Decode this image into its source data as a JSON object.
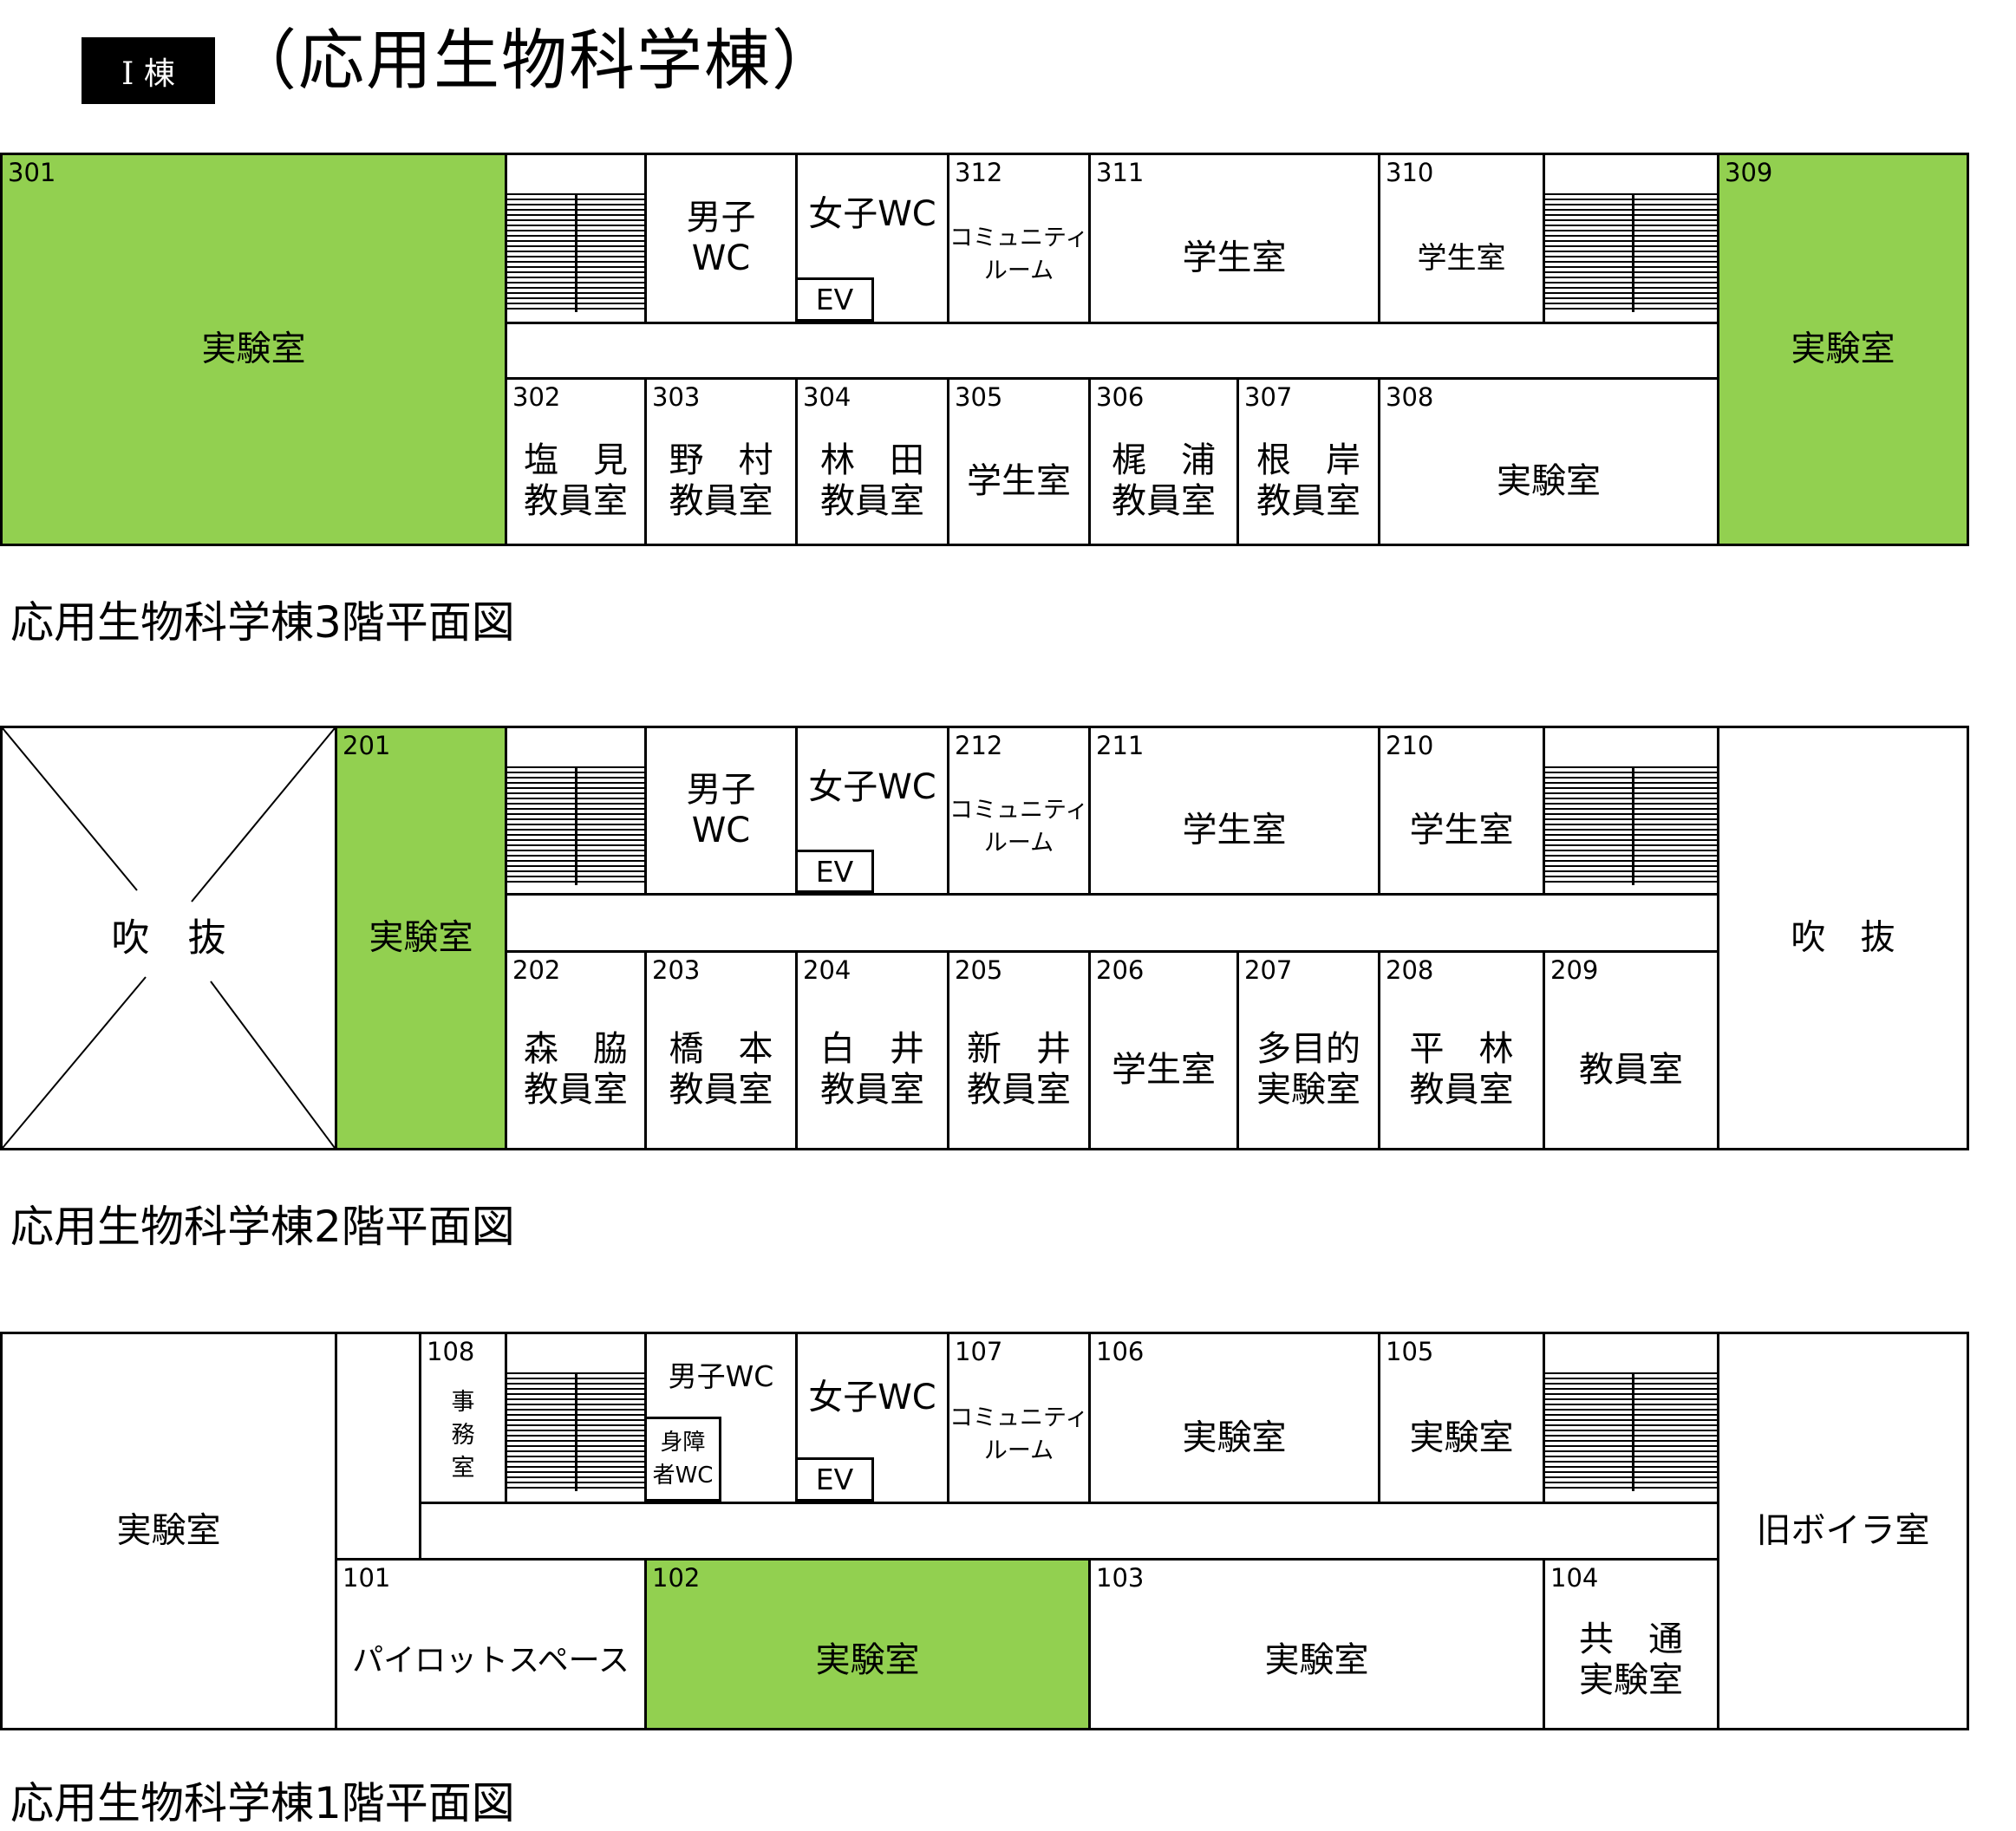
{
  "header": {
    "badge": "I 棟",
    "title": "（応用生物科学棟）"
  },
  "floor3": {
    "caption": "応用生物科学棟3階平面図",
    "r301": {
      "no": "301",
      "label": "実験室"
    },
    "wc_men": "男子\nWC",
    "wc_women": "女子WC",
    "ev": "EV",
    "r312": {
      "no": "312",
      "label": "コミュニティ\nルーム"
    },
    "r311": {
      "no": "311",
      "label": "学生室"
    },
    "r310": {
      "no": "310",
      "label": "学生室"
    },
    "r309": {
      "no": "309",
      "label": "実験室"
    },
    "r302": {
      "no": "302",
      "label": "塩　見\n教員室"
    },
    "r303": {
      "no": "303",
      "label": "野　村\n教員室"
    },
    "r304": {
      "no": "304",
      "label": "林　田\n教員室"
    },
    "r305": {
      "no": "305",
      "label": "学生室"
    },
    "r306": {
      "no": "306",
      "label": "梶　浦\n教員室"
    },
    "r307": {
      "no": "307",
      "label": "根　岸\n教員室"
    },
    "r308": {
      "no": "308",
      "label": "実験室"
    }
  },
  "floor2": {
    "caption": "応用生物科学棟2階平面図",
    "void_left": "吹　抜",
    "r201": {
      "no": "201",
      "label": "実験室"
    },
    "wc_men": "男子\nWC",
    "wc_women": "女子WC",
    "ev": "EV",
    "r212": {
      "no": "212",
      "label": "コミュニティ\nルーム"
    },
    "r211": {
      "no": "211",
      "label": "学生室"
    },
    "r210": {
      "no": "210",
      "label": "学生室"
    },
    "void_right": "吹　抜",
    "r202": {
      "no": "202",
      "label": "森　脇\n教員室"
    },
    "r203": {
      "no": "203",
      "label": "橋　本\n教員室"
    },
    "r204": {
      "no": "204",
      "label": "白　井\n教員室"
    },
    "r205": {
      "no": "205",
      "label": "新　井\n教員室"
    },
    "r206": {
      "no": "206",
      "label": "学生室"
    },
    "r207": {
      "no": "207",
      "label": "多目的\n実験室"
    },
    "r208": {
      "no": "208",
      "label": "平　林\n教員室"
    },
    "r209": {
      "no": "209",
      "label": "教員室"
    }
  },
  "floor1": {
    "caption": "応用生物科学棟1階平面図",
    "lab_left": "実験室",
    "r108": {
      "no": "108",
      "label": "事\n務\n室"
    },
    "wc_men": "男子WC",
    "wc_accessible": "身障\n者WC",
    "wc_women": "女子WC",
    "ev": "EV",
    "r107": {
      "no": "107",
      "label": "コミュニティ\nルーム"
    },
    "r106": {
      "no": "106",
      "label": "実験室"
    },
    "r105": {
      "no": "105",
      "label": "実験室"
    },
    "boiler": "旧ボイラ室",
    "r101": {
      "no": "101",
      "label": "パイロットスペース"
    },
    "r102": {
      "no": "102",
      "label": "実験室"
    },
    "r103": {
      "no": "103",
      "label": "実験室"
    },
    "r104": {
      "no": "104",
      "label": "共　通\n実験室"
    }
  },
  "colors": {
    "lab_green": "#92d050",
    "line": "#000000"
  }
}
